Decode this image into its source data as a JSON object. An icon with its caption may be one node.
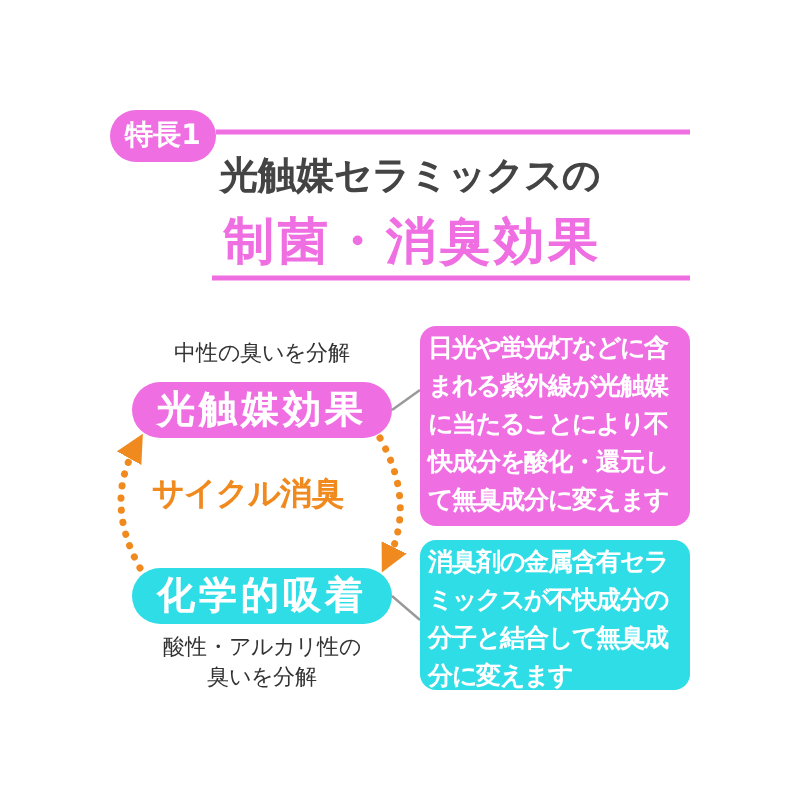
{
  "diagram": {
    "title": "光触媒セラミックスの",
    "nodes": [
      {
        "text": [
          "特長1"
        ]
      },
      {
        "text": [
          "光触媒効果"
        ],
        "beside": [
          "中性の臭いを分解"
        ]
      },
      {
        "text": [
          "化学的吸着"
        ],
        "beside": [
          "酸性・アルカリ性の臭いを分解"
        ]
      },
      {
        "text": [
          "日光や蛍光灯などに含まれる紫外線が光触媒に当たることにより不快成分を酸化・還元して無臭成分に変えます"
        ]
      },
      {
        "text": [
          "消臭剤の金属含有セラミックスが不快成分の分子と結合して無臭成分に変えます"
        ]
      }
    ],
    "edges": [
      {
        "from": 1,
        "to": 2,
        "arrow": "to",
        "style": "dashed",
        "color": "#f08a1e"
      },
      {
        "from": 2,
        "to": 1,
        "arrow": "to",
        "style": "dashed",
        "color": "#f08a1e"
      },
      {
        "from": 1,
        "to": 3,
        "arrow": "none",
        "color": "#999999"
      },
      {
        "from": 2,
        "to": 4,
        "arrow": "none",
        "color": "#999999"
      }
    ],
    "labels": [
      "制菌・消臭効果",
      "サイクル消臭"
    ]
  }
}
